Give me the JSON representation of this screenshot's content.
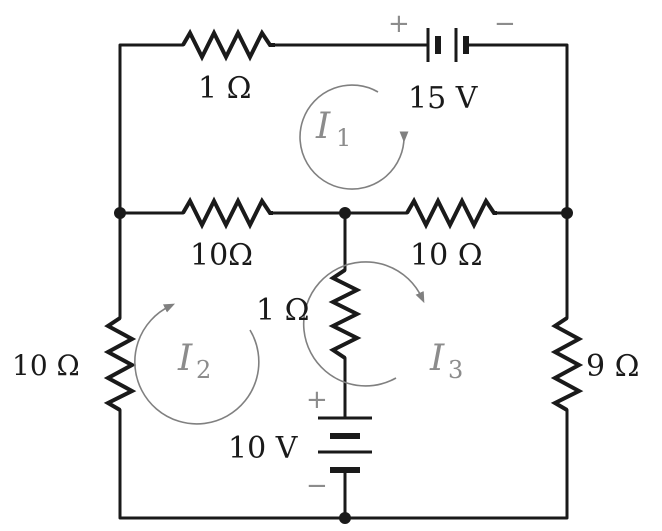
{
  "resistors": {
    "top": "1 Ω",
    "mid_left": "10Ω",
    "mid_right": "10 Ω",
    "left": "10 Ω",
    "center": "1 Ω",
    "right": "9 Ω"
  },
  "sources": {
    "top": {
      "value": "15 V",
      "plus": "+",
      "minus": "−"
    },
    "bottom": {
      "value": "10 V",
      "plus": "+",
      "minus": "−"
    }
  },
  "loops": [
    {
      "symbol": "I",
      "subscript": "1"
    },
    {
      "symbol": "I",
      "subscript": "2"
    },
    {
      "symbol": "I",
      "subscript": "3"
    }
  ]
}
